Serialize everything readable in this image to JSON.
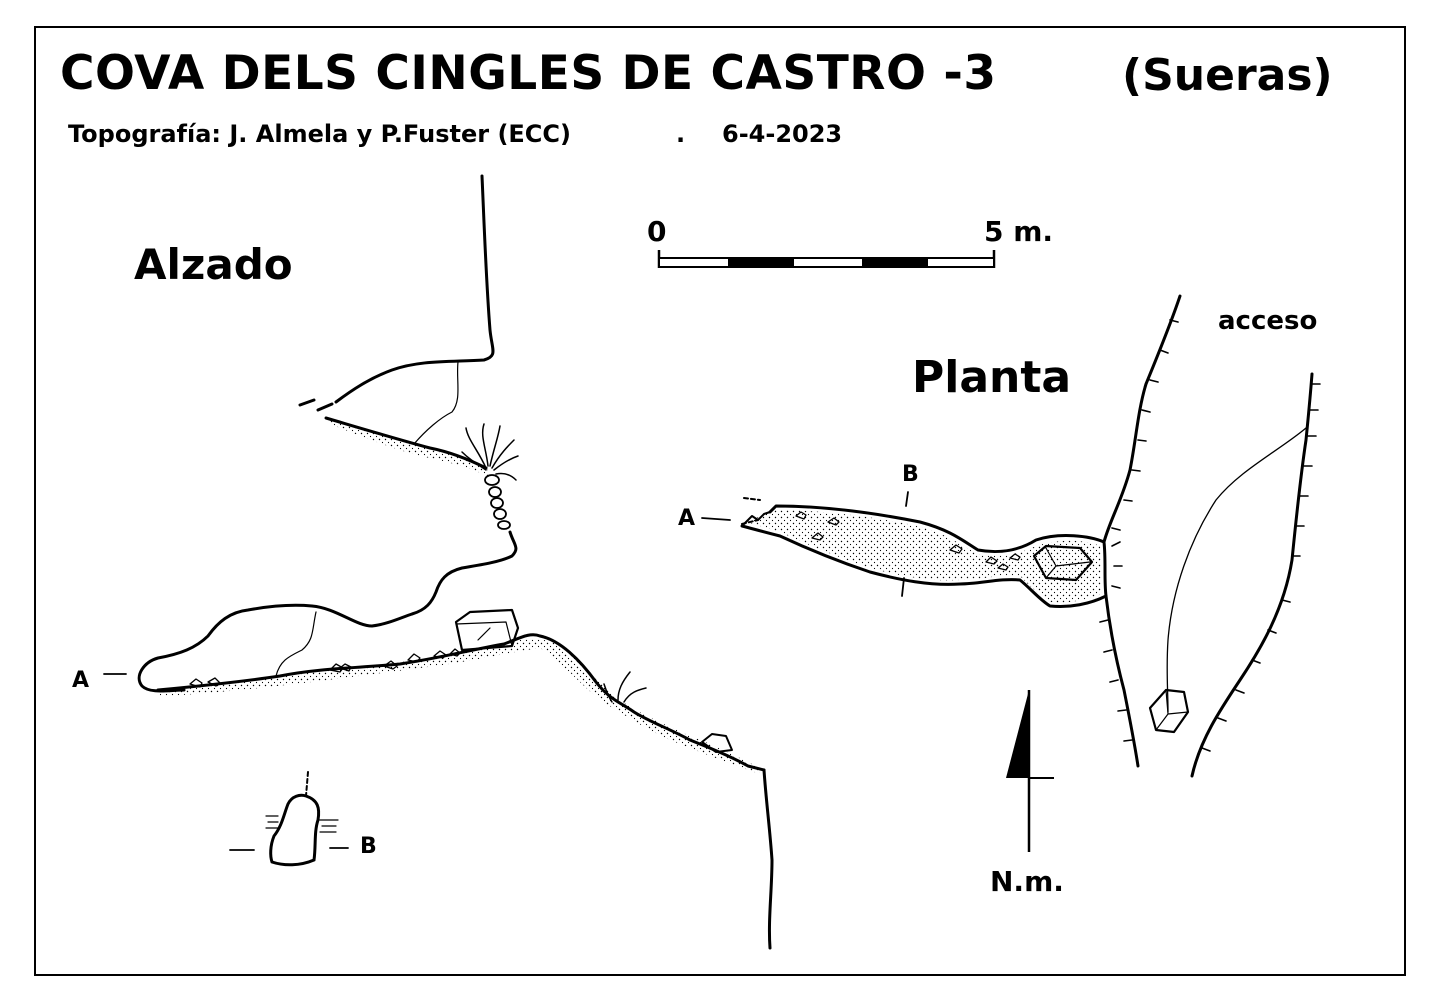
{
  "title": "COVA DELS CINGLES DE CASTRO -3",
  "region": "(Sueras)",
  "credits": "Topografía: J. Almela y P.Fuster (ECC)",
  "separator": ".",
  "date": "6-4-2023",
  "views": {
    "elevation_label": "Alzado",
    "plan_label": "Planta",
    "access_label": "acceso"
  },
  "scale_bar": {
    "start_label": "0",
    "end_label": "5 m."
  },
  "north_arrow": {
    "label": "N.m."
  },
  "section_marks": {
    "elevation_a": "A",
    "cross_section_b": "B",
    "plan_a": "A",
    "plan_b": "B"
  },
  "icons": [
    "north-arrow-icon",
    "scale-bar-icon",
    "vegetation-icon",
    "boulder-icon"
  ]
}
